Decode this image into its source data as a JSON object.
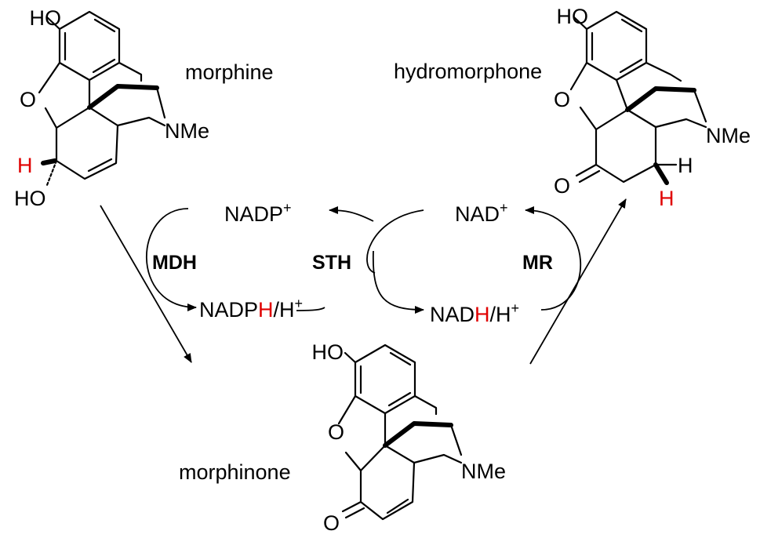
{
  "compounds": {
    "morphine": {
      "name": "morphine",
      "ho_top": "HO",
      "ring_o": "O",
      "amine": "NMe",
      "h_red": "H",
      "ho_bottom": "HO"
    },
    "hydromorphone": {
      "name": "hydromorphone",
      "ho_top": "HO",
      "ring_o": "O",
      "amine": "NMe",
      "ketone_o": "O",
      "h_black": "H",
      "h_red": "H"
    },
    "morphinone": {
      "name": "morphinone",
      "ho_top": "HO",
      "ring_o": "O",
      "amine": "NMe",
      "ketone_o": "O"
    }
  },
  "enzymes": {
    "mdh": "MDH",
    "sth": "STH",
    "mr": "MR"
  },
  "cofactors": {
    "nadp_plus": {
      "base": "NADP",
      "sup": "+"
    },
    "nadph": {
      "base": "NADP",
      "h_red": "H",
      "rest": "/H",
      "sup": "+"
    },
    "nad_plus": {
      "base": "NAD",
      "sup": "+"
    },
    "nadh": {
      "base": "NAD",
      "h_red": "H",
      "rest": "/H",
      "sup": "+"
    }
  },
  "colors": {
    "ink": "#000000",
    "highlight": "#e00000",
    "background": "#ffffff"
  }
}
